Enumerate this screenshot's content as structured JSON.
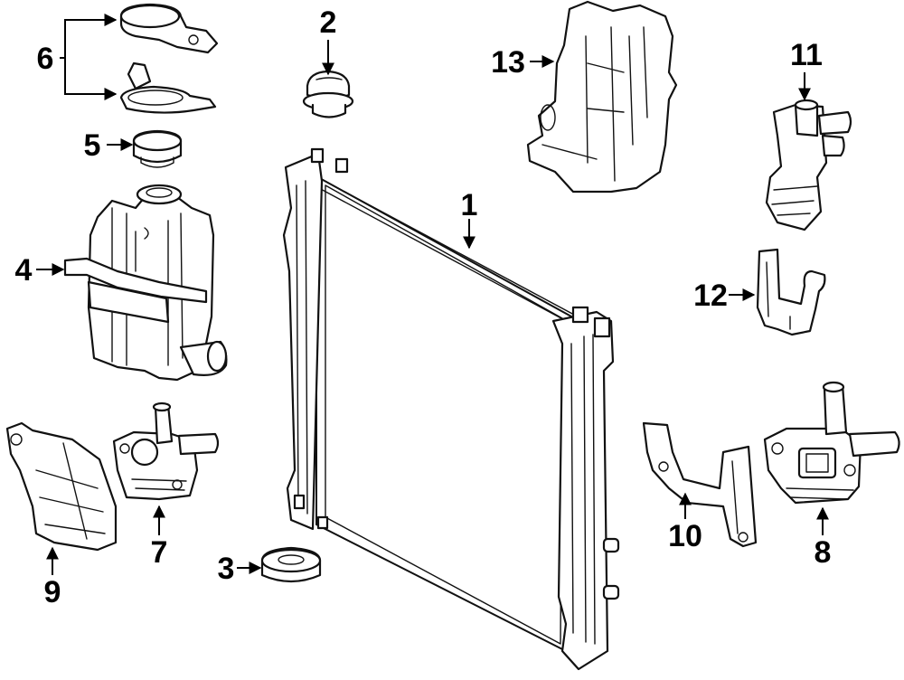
{
  "callouts": {
    "c1": "1",
    "c2": "2",
    "c3": "3",
    "c4": "4",
    "c5": "5",
    "c6": "6",
    "c7": "7",
    "c8": "8",
    "c9": "9",
    "c10": "10",
    "c11": "11",
    "c12": "12",
    "c13": "13"
  },
  "colors": {
    "line": "#111111",
    "background": "#ffffff"
  }
}
